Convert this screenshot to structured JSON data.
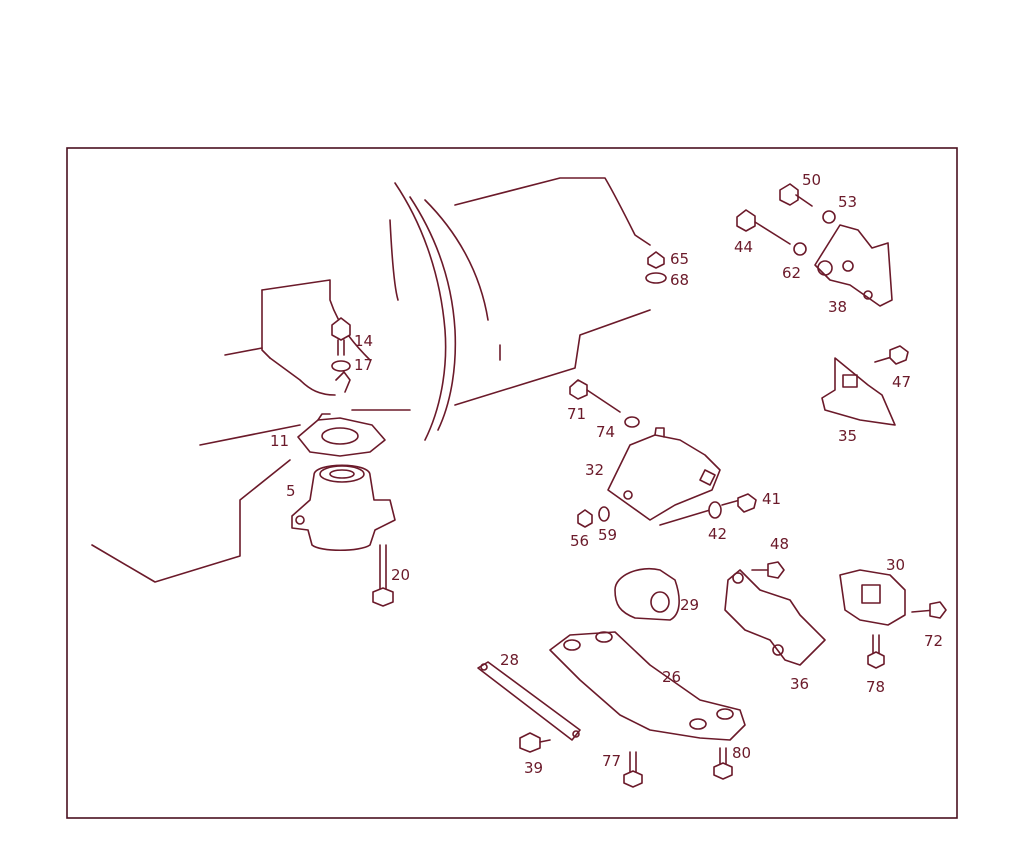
{
  "colors": {
    "line": "#6b1a2a",
    "frame": "#4a1020",
    "background": "#ffffff"
  },
  "labels": [
    "50",
    "53",
    "65",
    "68",
    "44",
    "62",
    "38",
    "14",
    "17",
    "47",
    "71",
    "74",
    "35",
    "11",
    "32",
    "41",
    "5",
    "56",
    "59",
    "42",
    "48",
    "30",
    "20",
    "29",
    "72",
    "28",
    "26",
    "36",
    "78",
    "39",
    "77",
    "80"
  ]
}
